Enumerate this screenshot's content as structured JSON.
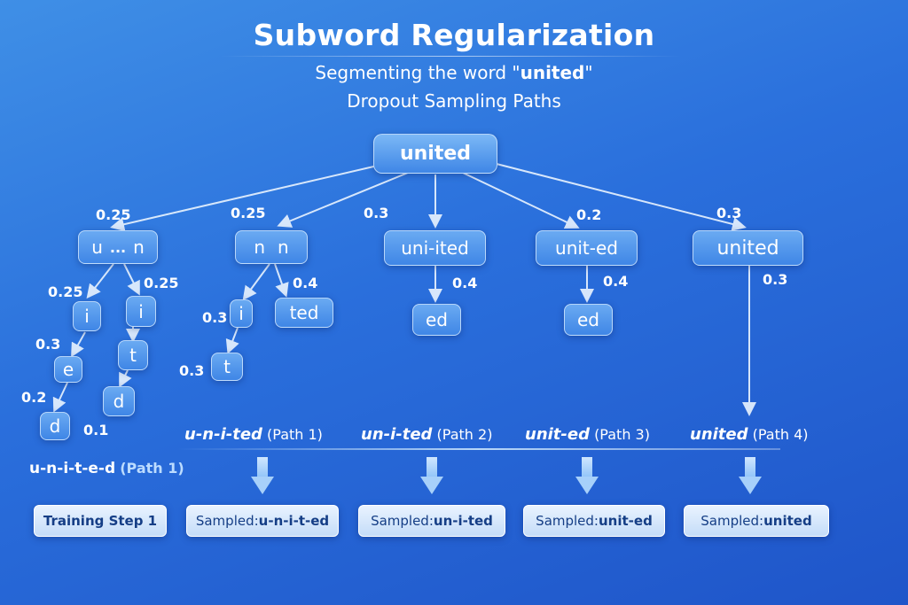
{
  "header": {
    "title": "Subword Regularization",
    "subtitle_prefix": "Segmenting the word \"",
    "subtitle_word": "united",
    "subtitle_suffix": "\"",
    "caption": "Dropout Sampling Paths"
  },
  "root": "united",
  "branches": [
    {
      "prob": "0.25",
      "node_left": "u",
      "node_mid": "...",
      "node_right": "n",
      "children": [
        {
          "prob": "0.25",
          "nodes": [
            "i",
            "e",
            "d"
          ],
          "probs": [
            "0.3",
            "0.2",
            "0.1"
          ]
        },
        {
          "prob": "0.25",
          "nodes": [
            "i",
            "t",
            "d"
          ]
        }
      ]
    },
    {
      "prob": "0.25",
      "node_left": "n",
      "node_right": "n",
      "children": [
        {
          "prob": "0.3",
          "nodes": [
            "i",
            "t"
          ],
          "probs": [
            "0.3"
          ]
        },
        {
          "prob": "0.4",
          "nodes": [
            "ted"
          ]
        }
      ]
    },
    {
      "prob": "0.3",
      "node": "uni-ited",
      "child_prob": "0.4",
      "child": "ed"
    },
    {
      "prob": "0.2",
      "node": "unit-ed",
      "child_prob": "0.4",
      "child": "ed"
    },
    {
      "prob": "0.3",
      "node": "united",
      "child_prob": "0.3"
    }
  ],
  "paths": [
    {
      "segmentation": "u-n-i-t-e-d",
      "label": "(Path 1)"
    },
    {
      "segmentation": "u-n-i-ted",
      "label": "(Path 1)"
    },
    {
      "segmentation": "un-i-ted",
      "label": "(Path 2)"
    },
    {
      "segmentation": "unit-ed",
      "label": "(Path 3)"
    },
    {
      "segmentation": "united",
      "label": "(Path 4)"
    }
  ],
  "samples": [
    {
      "prefix": "",
      "value": "Training Step 1"
    },
    {
      "prefix": "Sampled: ",
      "value": "u-n-i-t-ed"
    },
    {
      "prefix": "Sampled: ",
      "value": "un-i-ted"
    },
    {
      "prefix": "Sampled: ",
      "value": "unit-ed"
    },
    {
      "prefix": "Sampled: ",
      "value": "united"
    }
  ],
  "colors": {
    "background": "#2a6fdc",
    "node_fill": "#4d93ea",
    "sample_text": "#153e86"
  }
}
